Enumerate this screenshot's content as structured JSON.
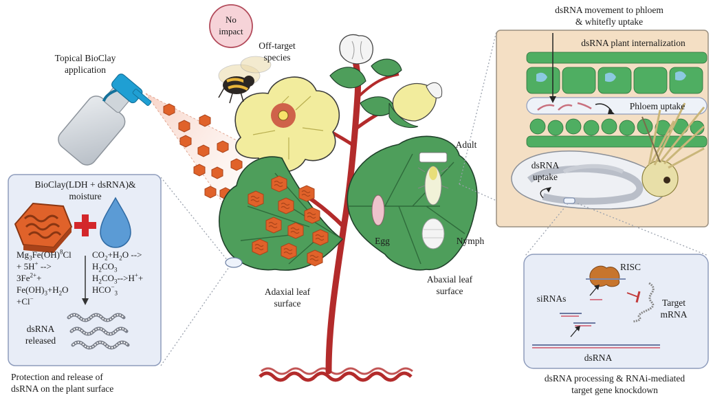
{
  "labels": {
    "no_impact_1": "No",
    "no_impact_2": "impact",
    "off_target_1": "Off-target",
    "off_target_2": "species",
    "topical_1": "Topical BioClay",
    "topical_2": "application",
    "bioclay_1": "BioClay(LDH + dsRNA)&",
    "bioclay_2": "moisture",
    "dsrna_released_1": "dsRNA",
    "dsrna_released_2": "released",
    "protection_1": "Protection and release of",
    "protection_2": "dsRNA on the plant surface",
    "adaxial_1": "Adaxial leaf",
    "adaxial_2": "surface",
    "egg": "Egg",
    "nymph": "Nymph",
    "adult": "Adult",
    "abaxial_1": "Abaxial leaf",
    "abaxial_2": "surface",
    "movement_1": "dsRNA movement to phloem",
    "movement_2": "& whitefly uptake",
    "internalization": "dsRNA plant internalization",
    "phloem_uptake": "Phloem uptake",
    "dsrna_uptake_1": "dsRNA",
    "dsrna_uptake_2": "uptake",
    "risc": "RISC",
    "sirnas": "siRNAs",
    "target_1": "Target",
    "target_2": "mRNA",
    "dsrna_bottom": "dsRNA",
    "processing_1": "dsRNA processing & RNAi-mediated",
    "processing_2": "target gene knockdown"
  },
  "equations": {
    "left": {
      "l1a": "Mg",
      "l1b": "3",
      "l1c": "Fe(OH)",
      "l1d": "8",
      "l1e": "Cl",
      "l2": "+ 5H",
      "l2sup": "+",
      "l2end": " -->",
      "l3a": "3Fe",
      "l3b": "2+",
      "l3c": "+",
      "l4a": "Fe(OH)",
      "l4b": "3",
      "l4c": "+H",
      "l4d": "2",
      "l4e": "O",
      "l5a": "+Cl",
      "l5b": "−"
    },
    "right": {
      "r1a": "CO",
      "r1b": "2",
      "r1c": "+H",
      "r1d": "2",
      "r1e": "O -->",
      "r2a": "H",
      "r2b": "2",
      "r2c": "CO",
      "r2d": "3",
      "r3a": "H",
      "r3b": "2",
      "r3c": "CO",
      "r3d": "3",
      "r3e": "-->H",
      "r3f": "+",
      "r3g": "+",
      "r4a": "HCO",
      "r4b": "−",
      "r4c": "3"
    }
  },
  "colors": {
    "panel_fill": "#e8edf7",
    "panel_stroke": "#8e9cbc",
    "bioclay_orange": "#e0622a",
    "plus_red": "#d3272b",
    "water_blue": "#5b9bd5",
    "leaf_green": "#4e9e5b",
    "stem_red": "#b32b2b",
    "flower_yellow": "#f2ec9d",
    "phloem_bg": "#f4dfc4",
    "cell_green": "#4fae62",
    "no_impact_pink": "#f6d3d8"
  }
}
